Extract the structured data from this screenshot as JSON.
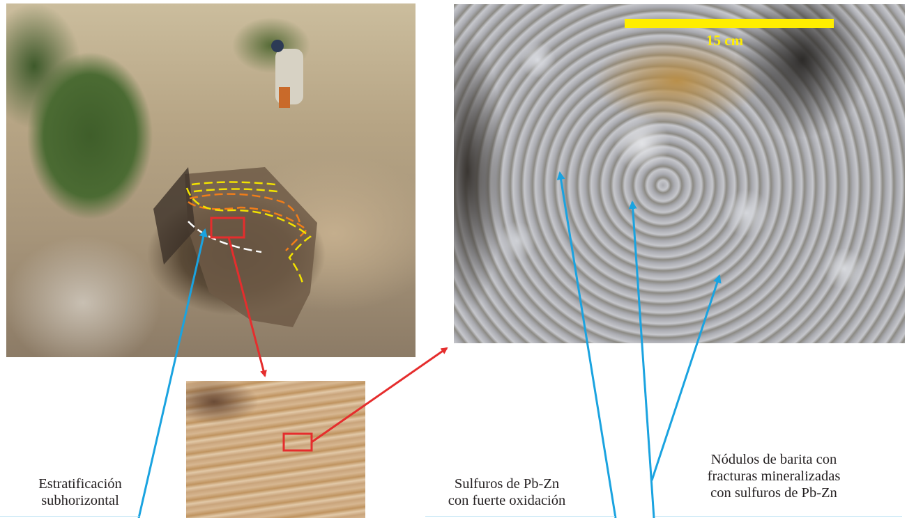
{
  "photos": {
    "outcrop": {
      "icon": "outcrop-photo"
    },
    "nodules": {
      "icon": "barite-nodules-photo"
    },
    "layers": {
      "icon": "layered-rock-photo"
    }
  },
  "scale": {
    "label": "15 cm"
  },
  "captions": {
    "stratification": [
      "Estratificación",
      "subhorizontal"
    ],
    "sulfides": [
      "Sulfuros de Pb-Zn",
      "con fuerte oxidación"
    ],
    "nodules": [
      "Nódulos de barita con",
      "fracturas mineralizadas",
      "con sulfuros de Pb-Zn"
    ]
  },
  "colors": {
    "arrow_blue": "#1aa3e0",
    "arrow_red": "#e52d2d",
    "scale_yellow": "#ffee00",
    "trace_yellow": "#f2e200",
    "trace_orange": "#f07d1a",
    "trace_white": "#ffffff"
  }
}
